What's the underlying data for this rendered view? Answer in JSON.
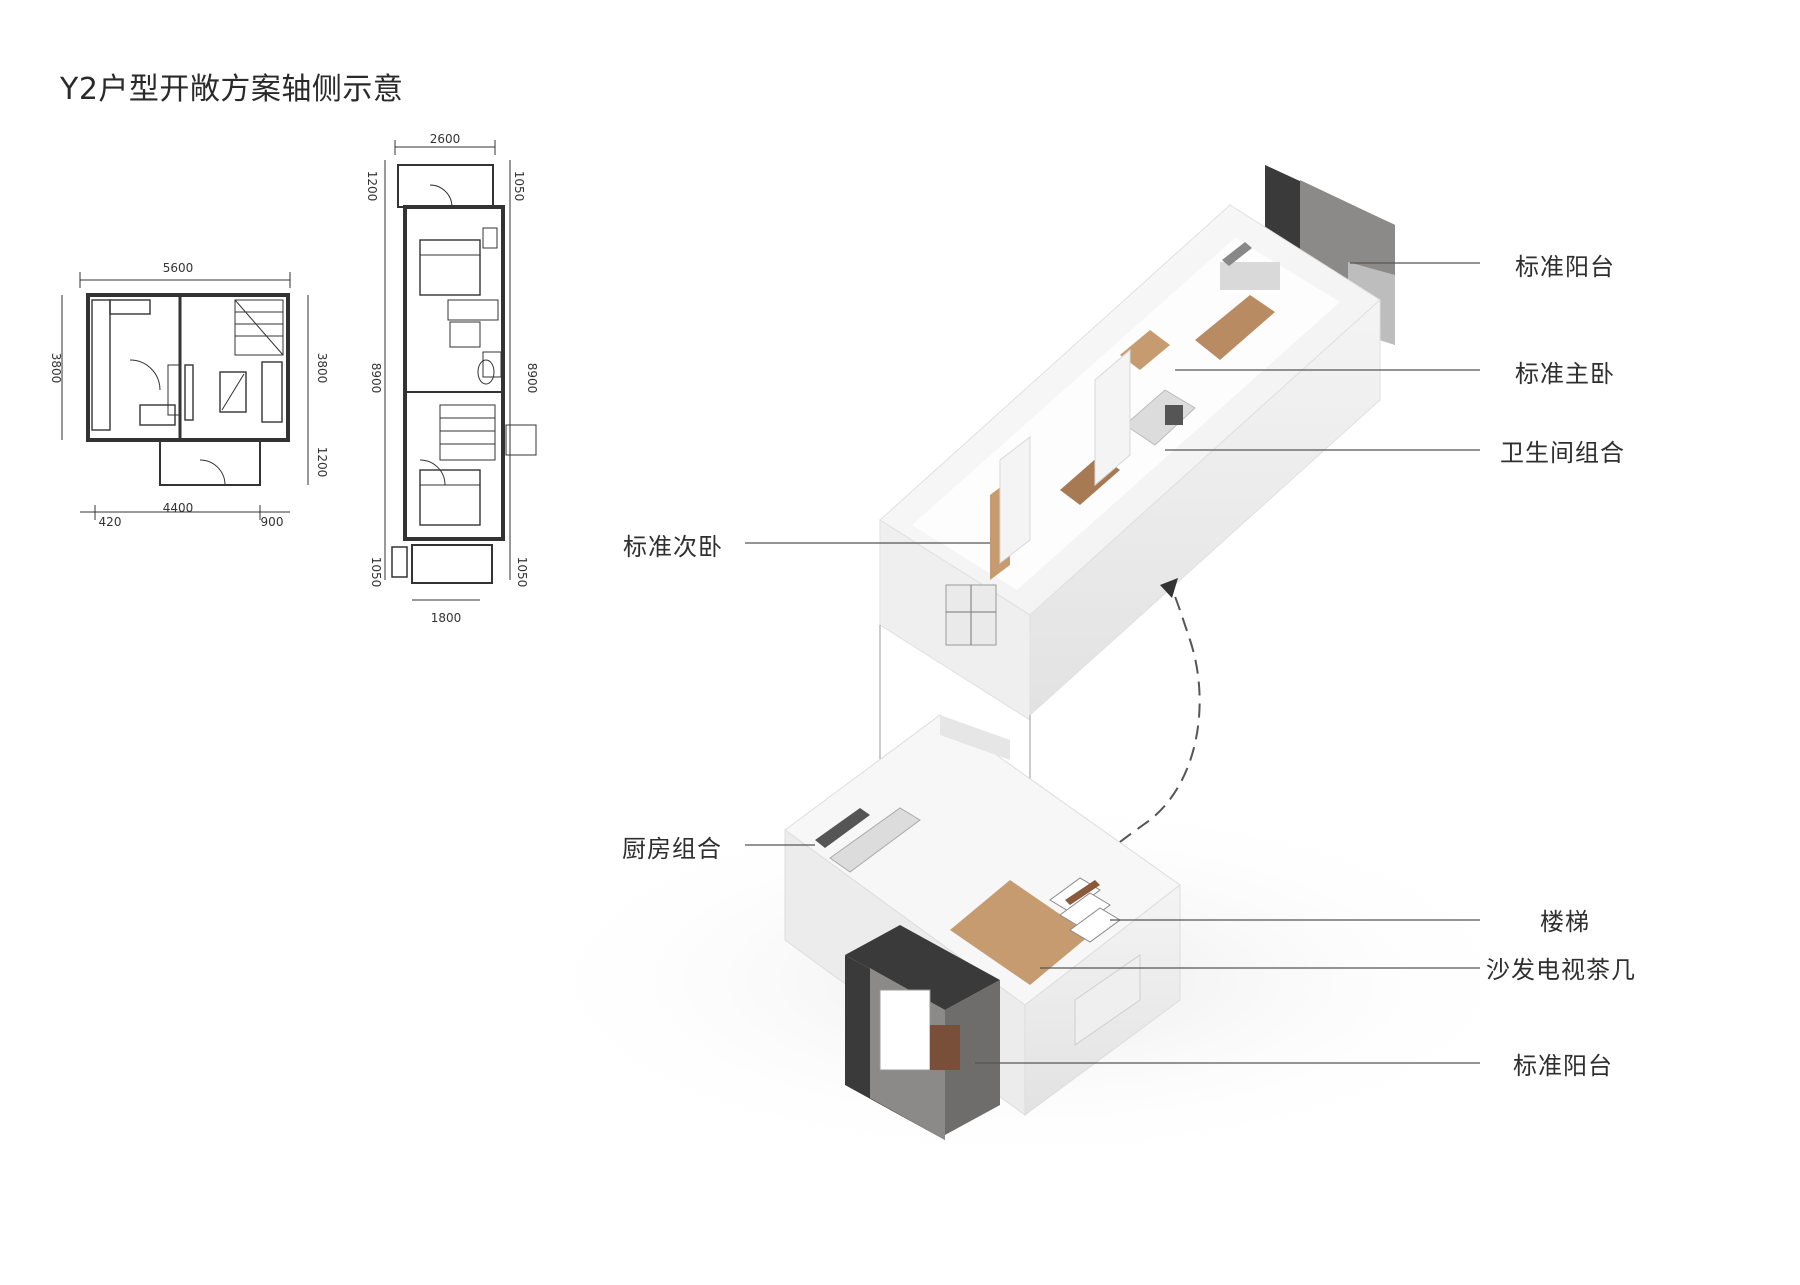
{
  "title": "Y2户型开敞方案轴侧示意",
  "plan_a": {
    "dim_top": "5600",
    "dim_left": "3800",
    "dim_right": "3800",
    "dim_right_2": "1200",
    "dim_bottom_1": "420",
    "dim_bottom_2": "4400",
    "dim_bottom_3": "900"
  },
  "plan_b": {
    "dim_top": "2600",
    "dim_left_top": "1200",
    "dim_right_top": "1050",
    "dim_left": "8900",
    "dim_right": "8900",
    "dim_left_bottom": "1050",
    "dim_right_bottom": "1050",
    "dim_bottom": "1800"
  },
  "labels": {
    "balcony_top": "标准阳台",
    "master_bedroom": "标准主卧",
    "bathroom": "卫生间组合",
    "second_bedroom": "标准次卧",
    "kitchen": "厨房组合",
    "stairs": "楼梯",
    "living": "沙发电视茶几",
    "balcony_bottom": "标准阳台"
  },
  "colors": {
    "wall": "#f6f6f6",
    "wall_side": "#e9e9e9",
    "wood": "#c79b70",
    "balcony_dark": "#3a3a3a",
    "balcony_grey": "#8c8a88",
    "leader": "#555555"
  }
}
